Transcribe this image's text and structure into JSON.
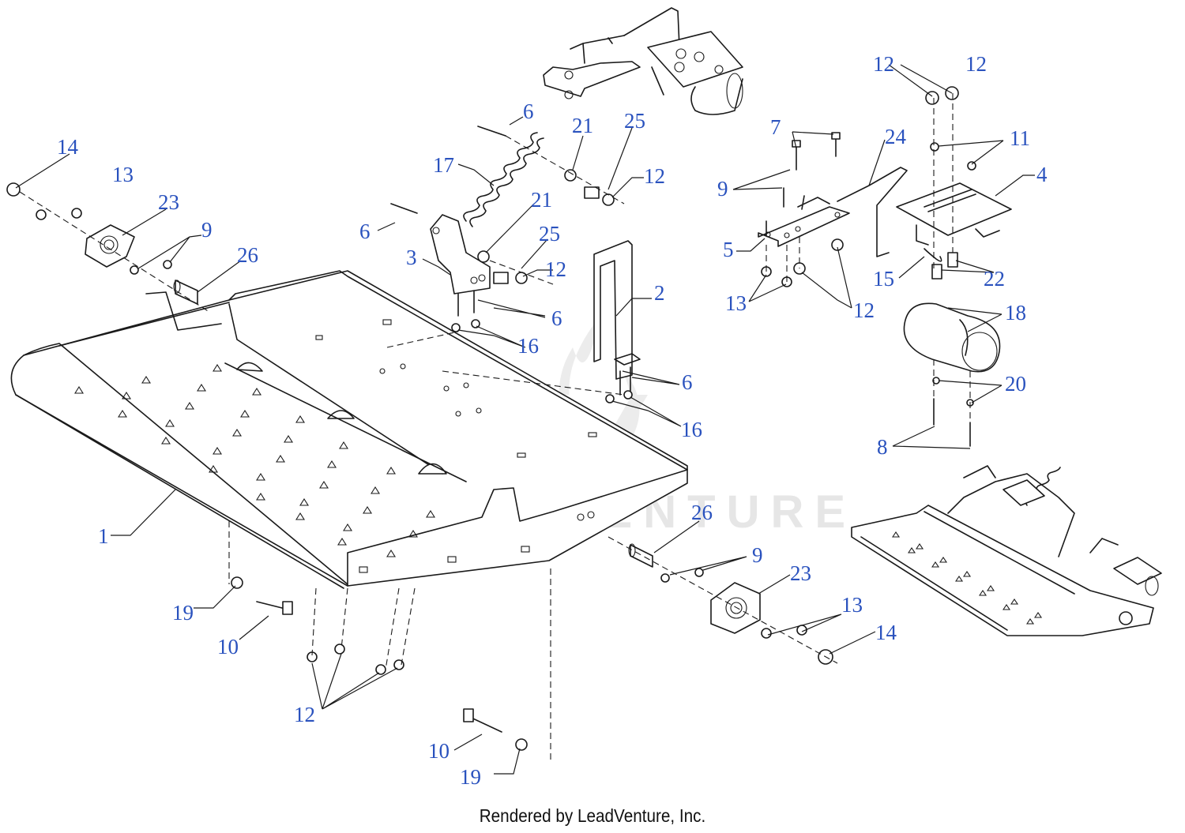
{
  "colors": {
    "callout": "#2a52be",
    "line": "#1a1a1a",
    "watermark": "#e6e6e6"
  },
  "watermark": {
    "text": "LEADVENTURE",
    "icon": "leadventure-flame-logo-icon"
  },
  "footer": {
    "text": "Rendered by LeadVenture, Inc."
  },
  "callouts": [
    "1",
    "2",
    "3",
    "4",
    "5",
    "6",
    "6",
    "6",
    "6",
    "7",
    "8",
    "9",
    "9",
    "9",
    "10",
    "10",
    "11",
    "12",
    "12",
    "12",
    "12",
    "12",
    "12",
    "13",
    "13",
    "13",
    "14",
    "14",
    "15",
    "16",
    "16",
    "17",
    "18",
    "19",
    "19",
    "20",
    "21",
    "21",
    "22",
    "23",
    "23",
    "24",
    "25",
    "25",
    "26",
    "26"
  ]
}
